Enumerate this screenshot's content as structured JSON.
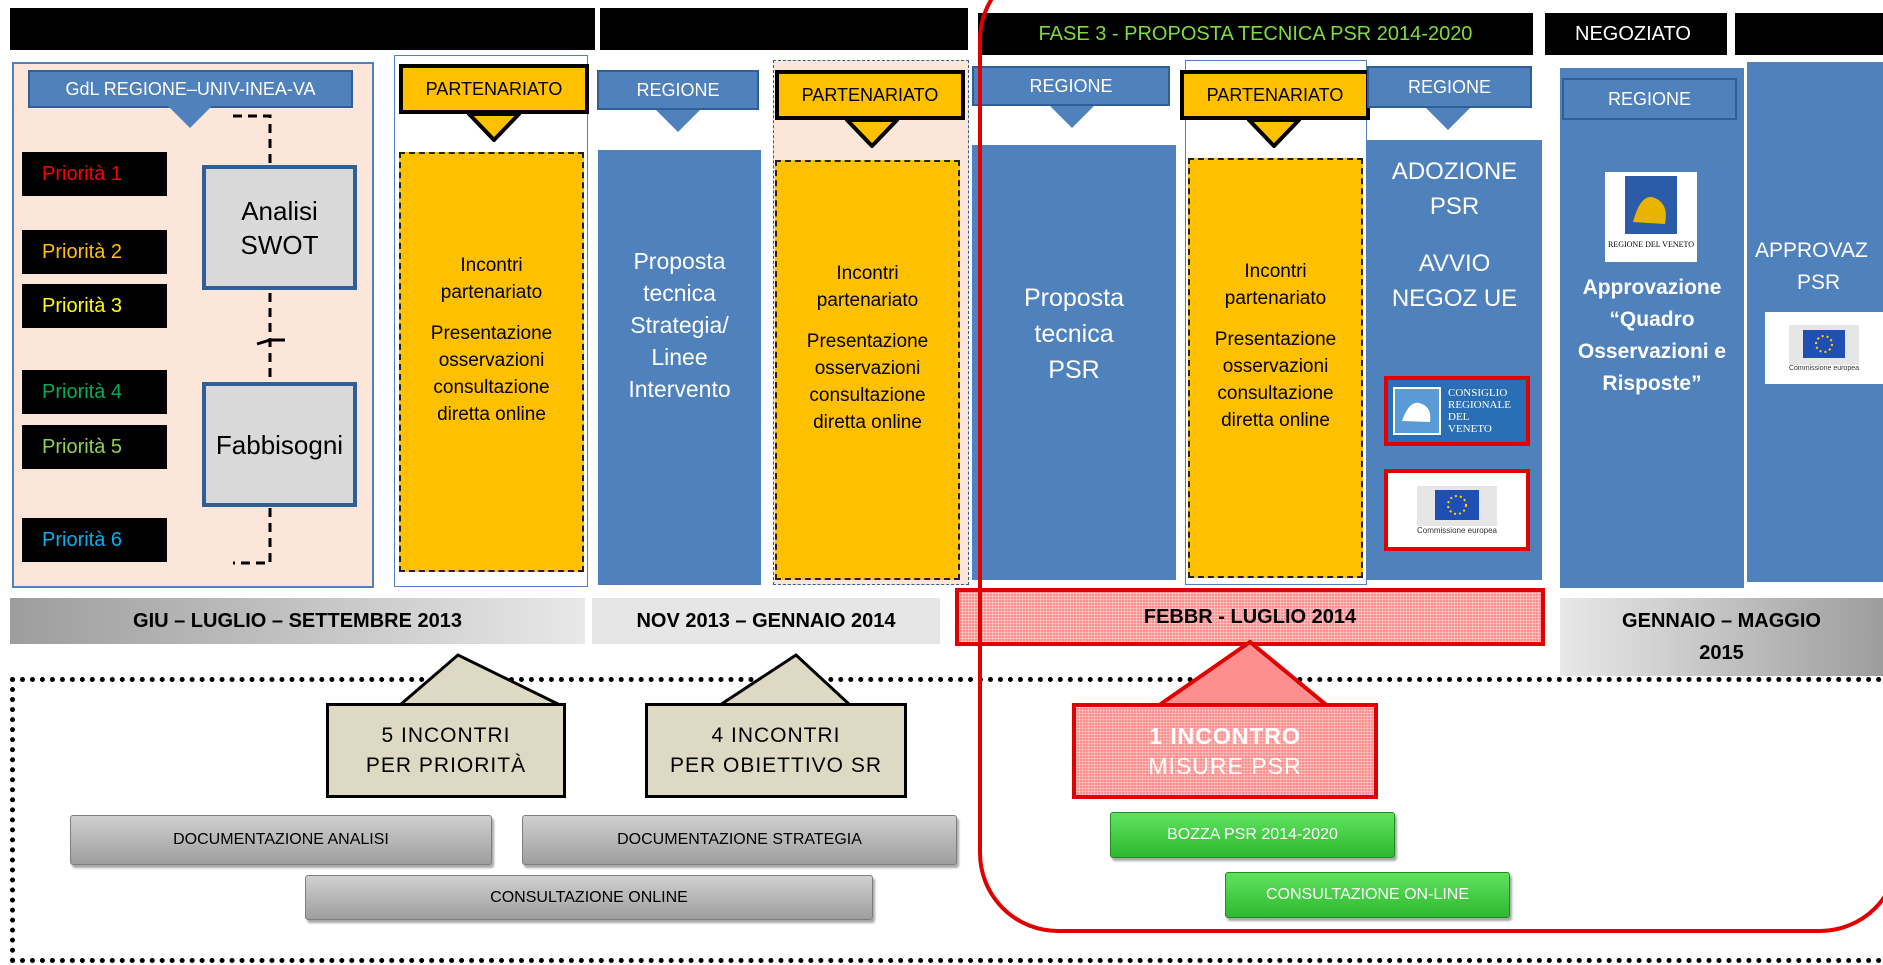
{
  "top_bars": {
    "fase3": "FASE 3 - PROPOSTA TECNICA  PSR 2014-2020",
    "negoziato": "NEGOZIATO"
  },
  "col1": {
    "header": "GdL REGIONE–UNIV-INEA-VA",
    "priorities": [
      {
        "label": "Priorità 1",
        "color": "#ff0000"
      },
      {
        "label": "Priorità 2",
        "color": "#ffc000"
      },
      {
        "label": "Priorità 3",
        "color": "#ffff00"
      },
      {
        "label": "Priorità 4",
        "color": "#00b050"
      },
      {
        "label": "Priorità 5",
        "color": "#92d050"
      },
      {
        "label": "Priorità 6",
        "color": "#00b0f0"
      }
    ],
    "swot_line1": "Analisi",
    "swot_line2": "SWOT",
    "fabbisogni": "Fabbisogni"
  },
  "col2": {
    "header": "PARTENARIATO",
    "line1": "Incontri",
    "line2": "partenariato",
    "line3": "Presentazione",
    "line4": "osservazioni",
    "line5": "consultazione",
    "line6": "diretta online"
  },
  "col3": {
    "header": "REGIONE",
    "line1": "Proposta",
    "line2": "tecnica",
    "line3": "Strategia/",
    "line4": "Linee",
    "line5": "Intervento"
  },
  "col4": {
    "header": "PARTENARIATO",
    "line1": "Incontri",
    "line2": "partenariato",
    "line3": "Presentazione",
    "line4": "osservazioni",
    "line5": "consultazione",
    "line6": "diretta online"
  },
  "col5": {
    "header": "REGIONE",
    "line1": "Proposta",
    "line2": "tecnica",
    "line3": "PSR"
  },
  "col6": {
    "header": "PARTENARIATO",
    "line1": "Incontri",
    "line2": "partenariato",
    "line3": "Presentazione",
    "line4": "osservazioni",
    "line5": "consultazione",
    "line6": "diretta online"
  },
  "col7": {
    "header": "REGIONE",
    "line1": "ADOZIONE",
    "line2": "PSR",
    "line3": "AVVIO",
    "line4": "NEGOZ UE",
    "logo_consiglio_1": "CONSIGLIO",
    "logo_consiglio_2": "REGIONALE",
    "logo_consiglio_3": "DEL",
    "logo_consiglio_4": "VENETO",
    "logo_ec": "Commissione europea"
  },
  "col8": {
    "header": "REGIONE",
    "logo_regione": "REGIONE DEL VENETO",
    "line1": "Approvazione",
    "line2": "“Quadro",
    "line3": "Osservazioni e",
    "line4": "Risposte”"
  },
  "col9": {
    "line1": "APPROVAZ",
    "line2": "PSR",
    "logo_ec": "Commissione europea"
  },
  "periods": {
    "p1": "GIU – LUGLIO    –    SETTEMBRE 2013",
    "p2": "NOV 2013  –  GENNAIO 2014",
    "p3": "FEBBR -  LUGLIO 2014",
    "p4_line1": "GENNAIO – MAGGIO",
    "p4_line2": "2015"
  },
  "callouts": {
    "c1_line1": "5   INCONTRI",
    "c1_line2": "PER  PRIORITÀ",
    "c2_line1": "4   INCONTRI",
    "c2_line2": "PER  OBIETTIVO  SR",
    "c3_line1": "1 INCONTRO",
    "c3_line2": "MISURE  PSR"
  },
  "pills": {
    "doc_analisi": "DOCUMENTAZIONE ANALISI",
    "doc_strategia": "DOCUMENTAZIONE STRATEGIA",
    "consultazione": "CONSULTAZIONE ONLINE",
    "bozza": "BOZZA PSR 2014-2020",
    "consultazione_online": "CONSULTAZIONE  ON-LINE"
  }
}
